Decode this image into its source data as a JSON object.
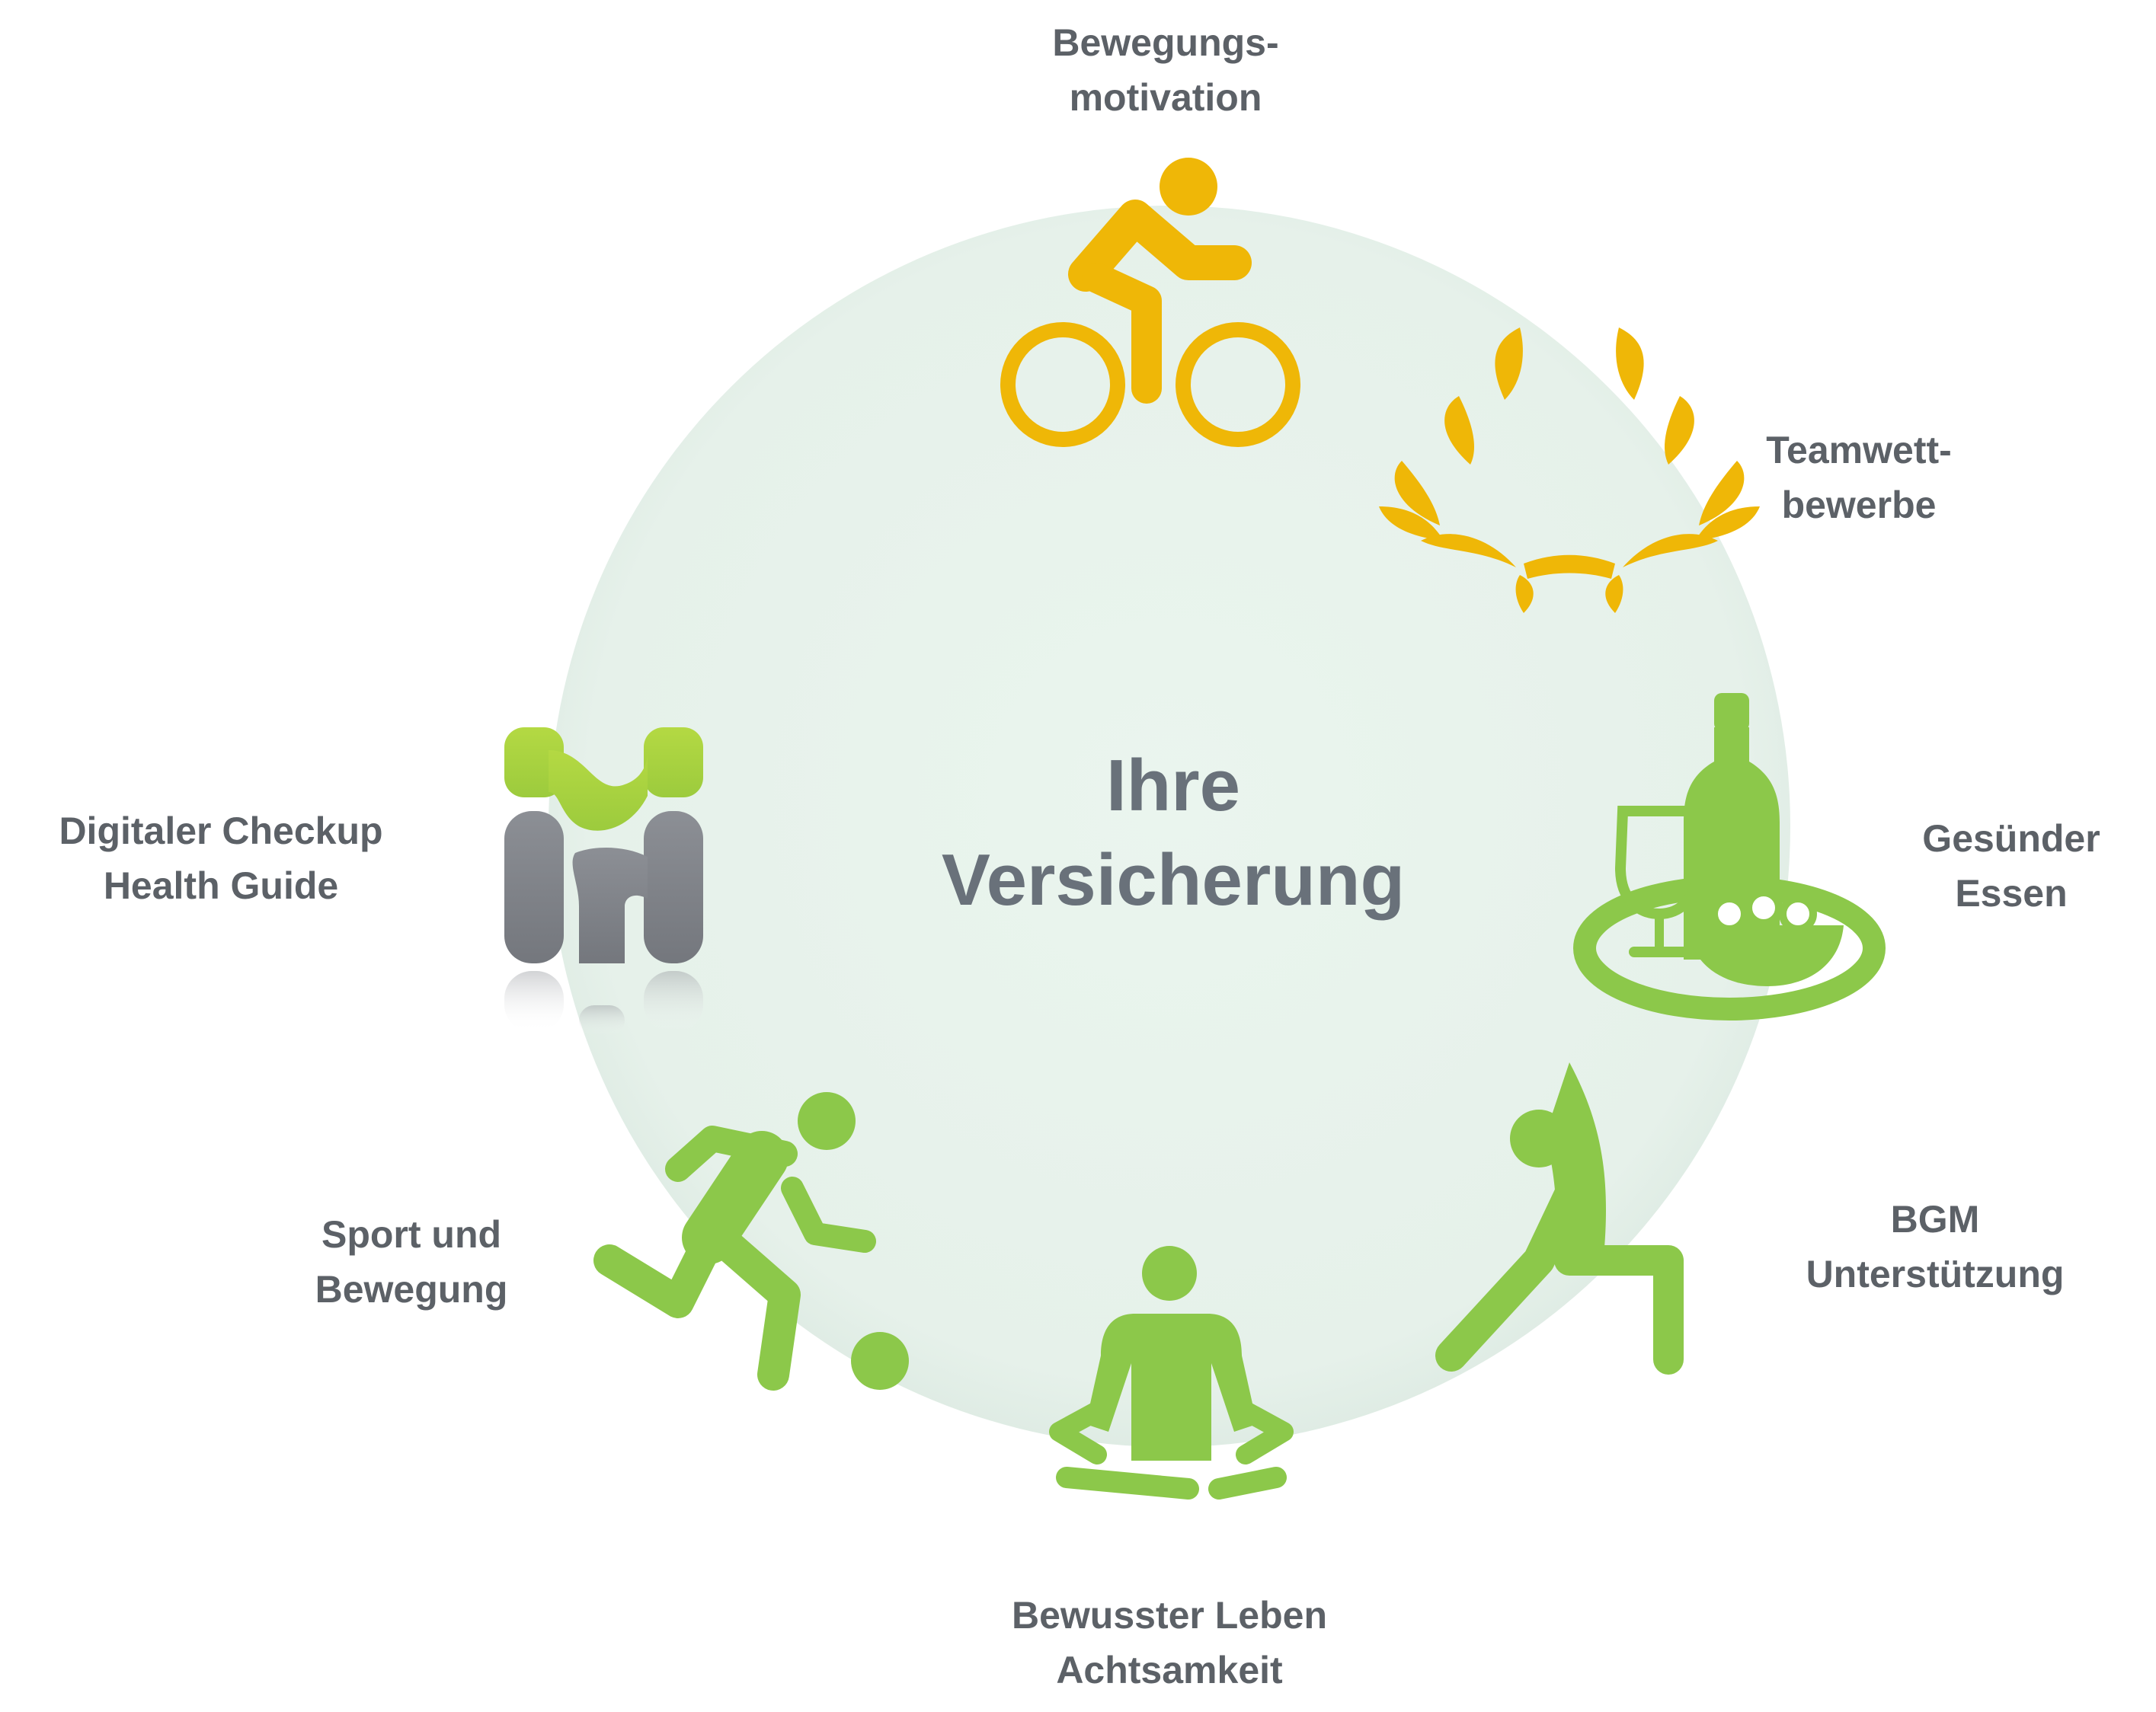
{
  "center": {
    "line1": "Ihre",
    "line2": "Versicherung"
  },
  "items": [
    {
      "id": "bewegungsmotivation",
      "line1": "Bewegungs-",
      "line2": "motivation",
      "icon": "cyclist-icon",
      "color": "#f2b705"
    },
    {
      "id": "teamwettbewerbe",
      "line1": "Teamwett-",
      "line2": "bewerbe",
      "icon": "laurel-wreath-icon",
      "color": "#f2b705"
    },
    {
      "id": "gesuender-essen",
      "line1": "Gesünder",
      "line2": "Essen",
      "icon": "food-tray-icon",
      "color": "#8cc63f"
    },
    {
      "id": "bgm-unterstuetzung",
      "line1": "BGM",
      "line2": "Unterstützung",
      "icon": "stretching-person-icon",
      "color": "#8cc63f"
    },
    {
      "id": "bewusster-leben",
      "line1": "Bewusster Leben",
      "line2": "Achtsamkeit",
      "icon": "meditation-icon",
      "color": "#8cc63f"
    },
    {
      "id": "sport-und-bewegung",
      "line1": "Sport und",
      "line2": "Bewegung",
      "icon": "soccer-player-icon",
      "color": "#8cc63f"
    },
    {
      "id": "digitaler-checkup",
      "line1": "Digitaler Checkup",
      "line2": "Health Guide",
      "icon": "health-guide-logo-icon",
      "color": "#a5cf3a"
    }
  ],
  "colors": {
    "circle_fill": "#e9f4ec",
    "text": "#5c6167",
    "center_text": "#69717a",
    "logo_grey": "#808389"
  }
}
